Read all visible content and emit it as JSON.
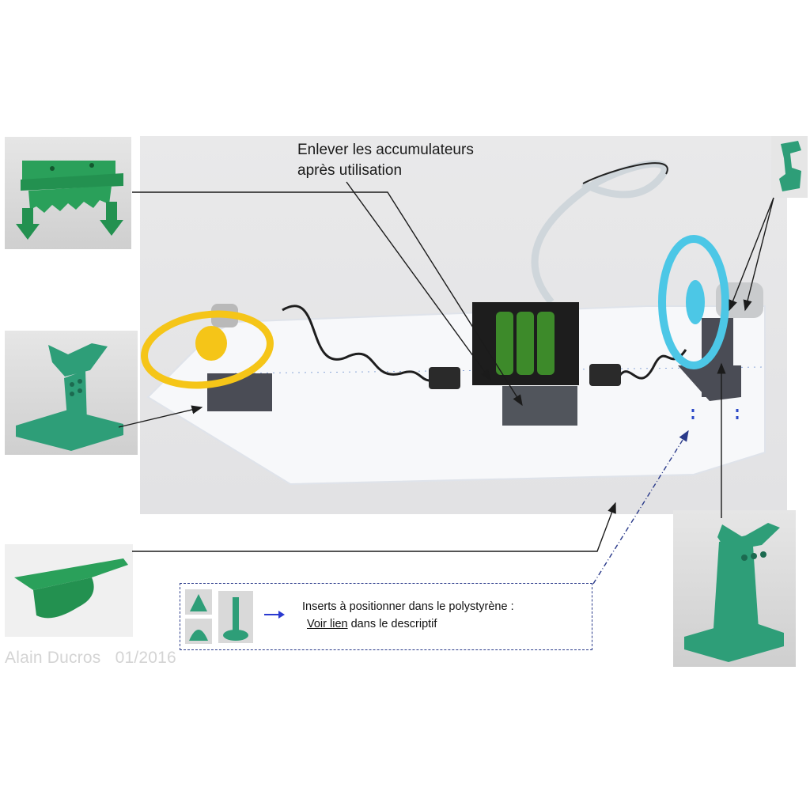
{
  "callouts": {
    "battery_note_line1": "Enlever les accumulateurs",
    "battery_note_line2": "après utilisation"
  },
  "inserts": {
    "line1": "Inserts à positionner dans le polystyrène :",
    "link_label": "Voir lien",
    "line2_rest": " dans le descriptif"
  },
  "signature": {
    "author": "Alain Ducros",
    "date": "01/2016"
  },
  "colors": {
    "part_green": "#2aa05a",
    "support_teal": "#2e9e78",
    "propeller_yellow": "#f5c518",
    "propeller_blue": "#4cc7e6",
    "foam": "#f7f8fa",
    "leader_line": "#1b1b1b",
    "insert_border": "#2a3a8a"
  }
}
